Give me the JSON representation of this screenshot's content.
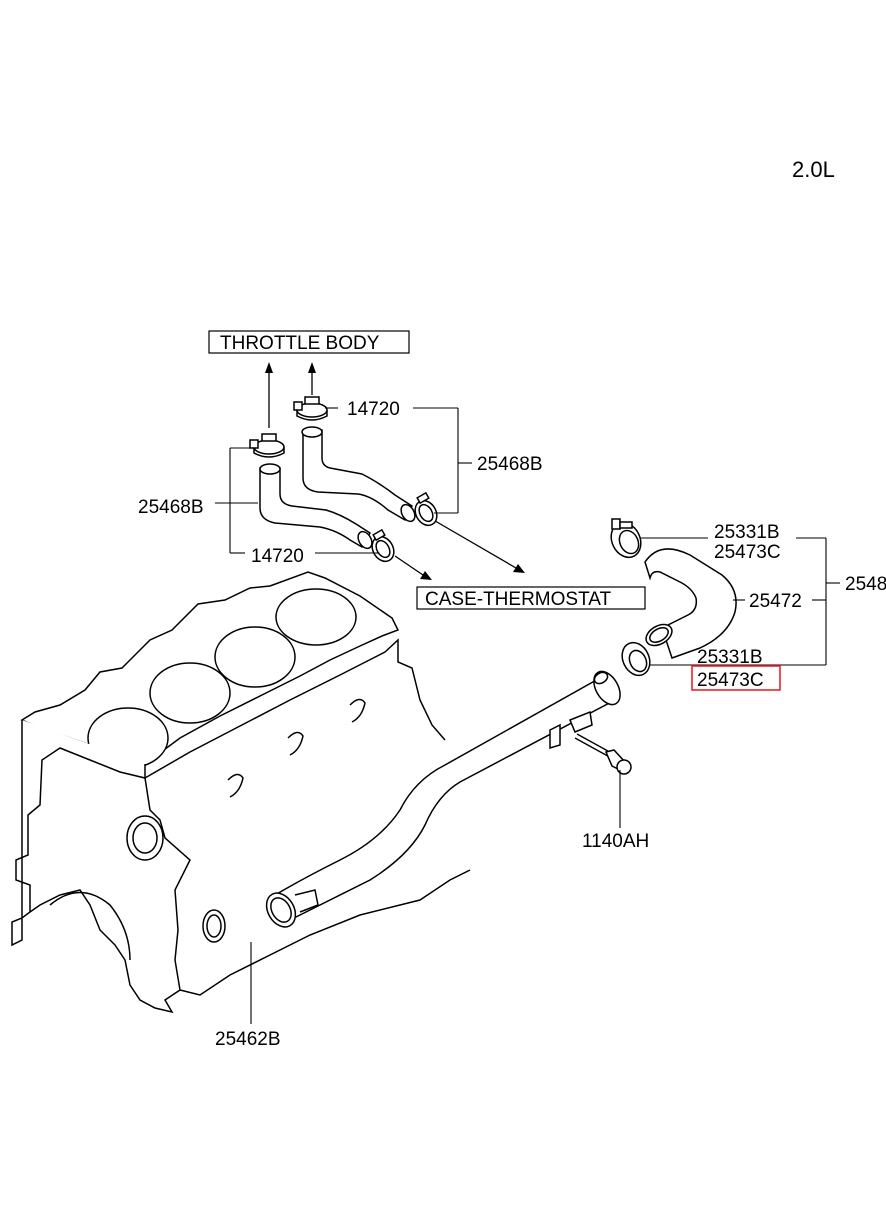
{
  "variant": "2.0L",
  "callouts": {
    "throttle_body": "THROTTLE BODY",
    "case_thermostat": "CASE-THERMOSTAT"
  },
  "parts": {
    "clamp_upper_right": "14720",
    "hose_upper_right": "25468B",
    "hose_upper_left": "25468B",
    "clamp_lower_left": "14720",
    "clamp_top": "25331B",
    "clip_top": "25473C",
    "hose_main": "25472",
    "group_number": "2548",
    "clamp_bottom": "25331B",
    "clip_bottom_highlighted": "25473C",
    "bolt": "1140AH",
    "pipe": "25462B"
  },
  "highlight_color": "#e8232a"
}
